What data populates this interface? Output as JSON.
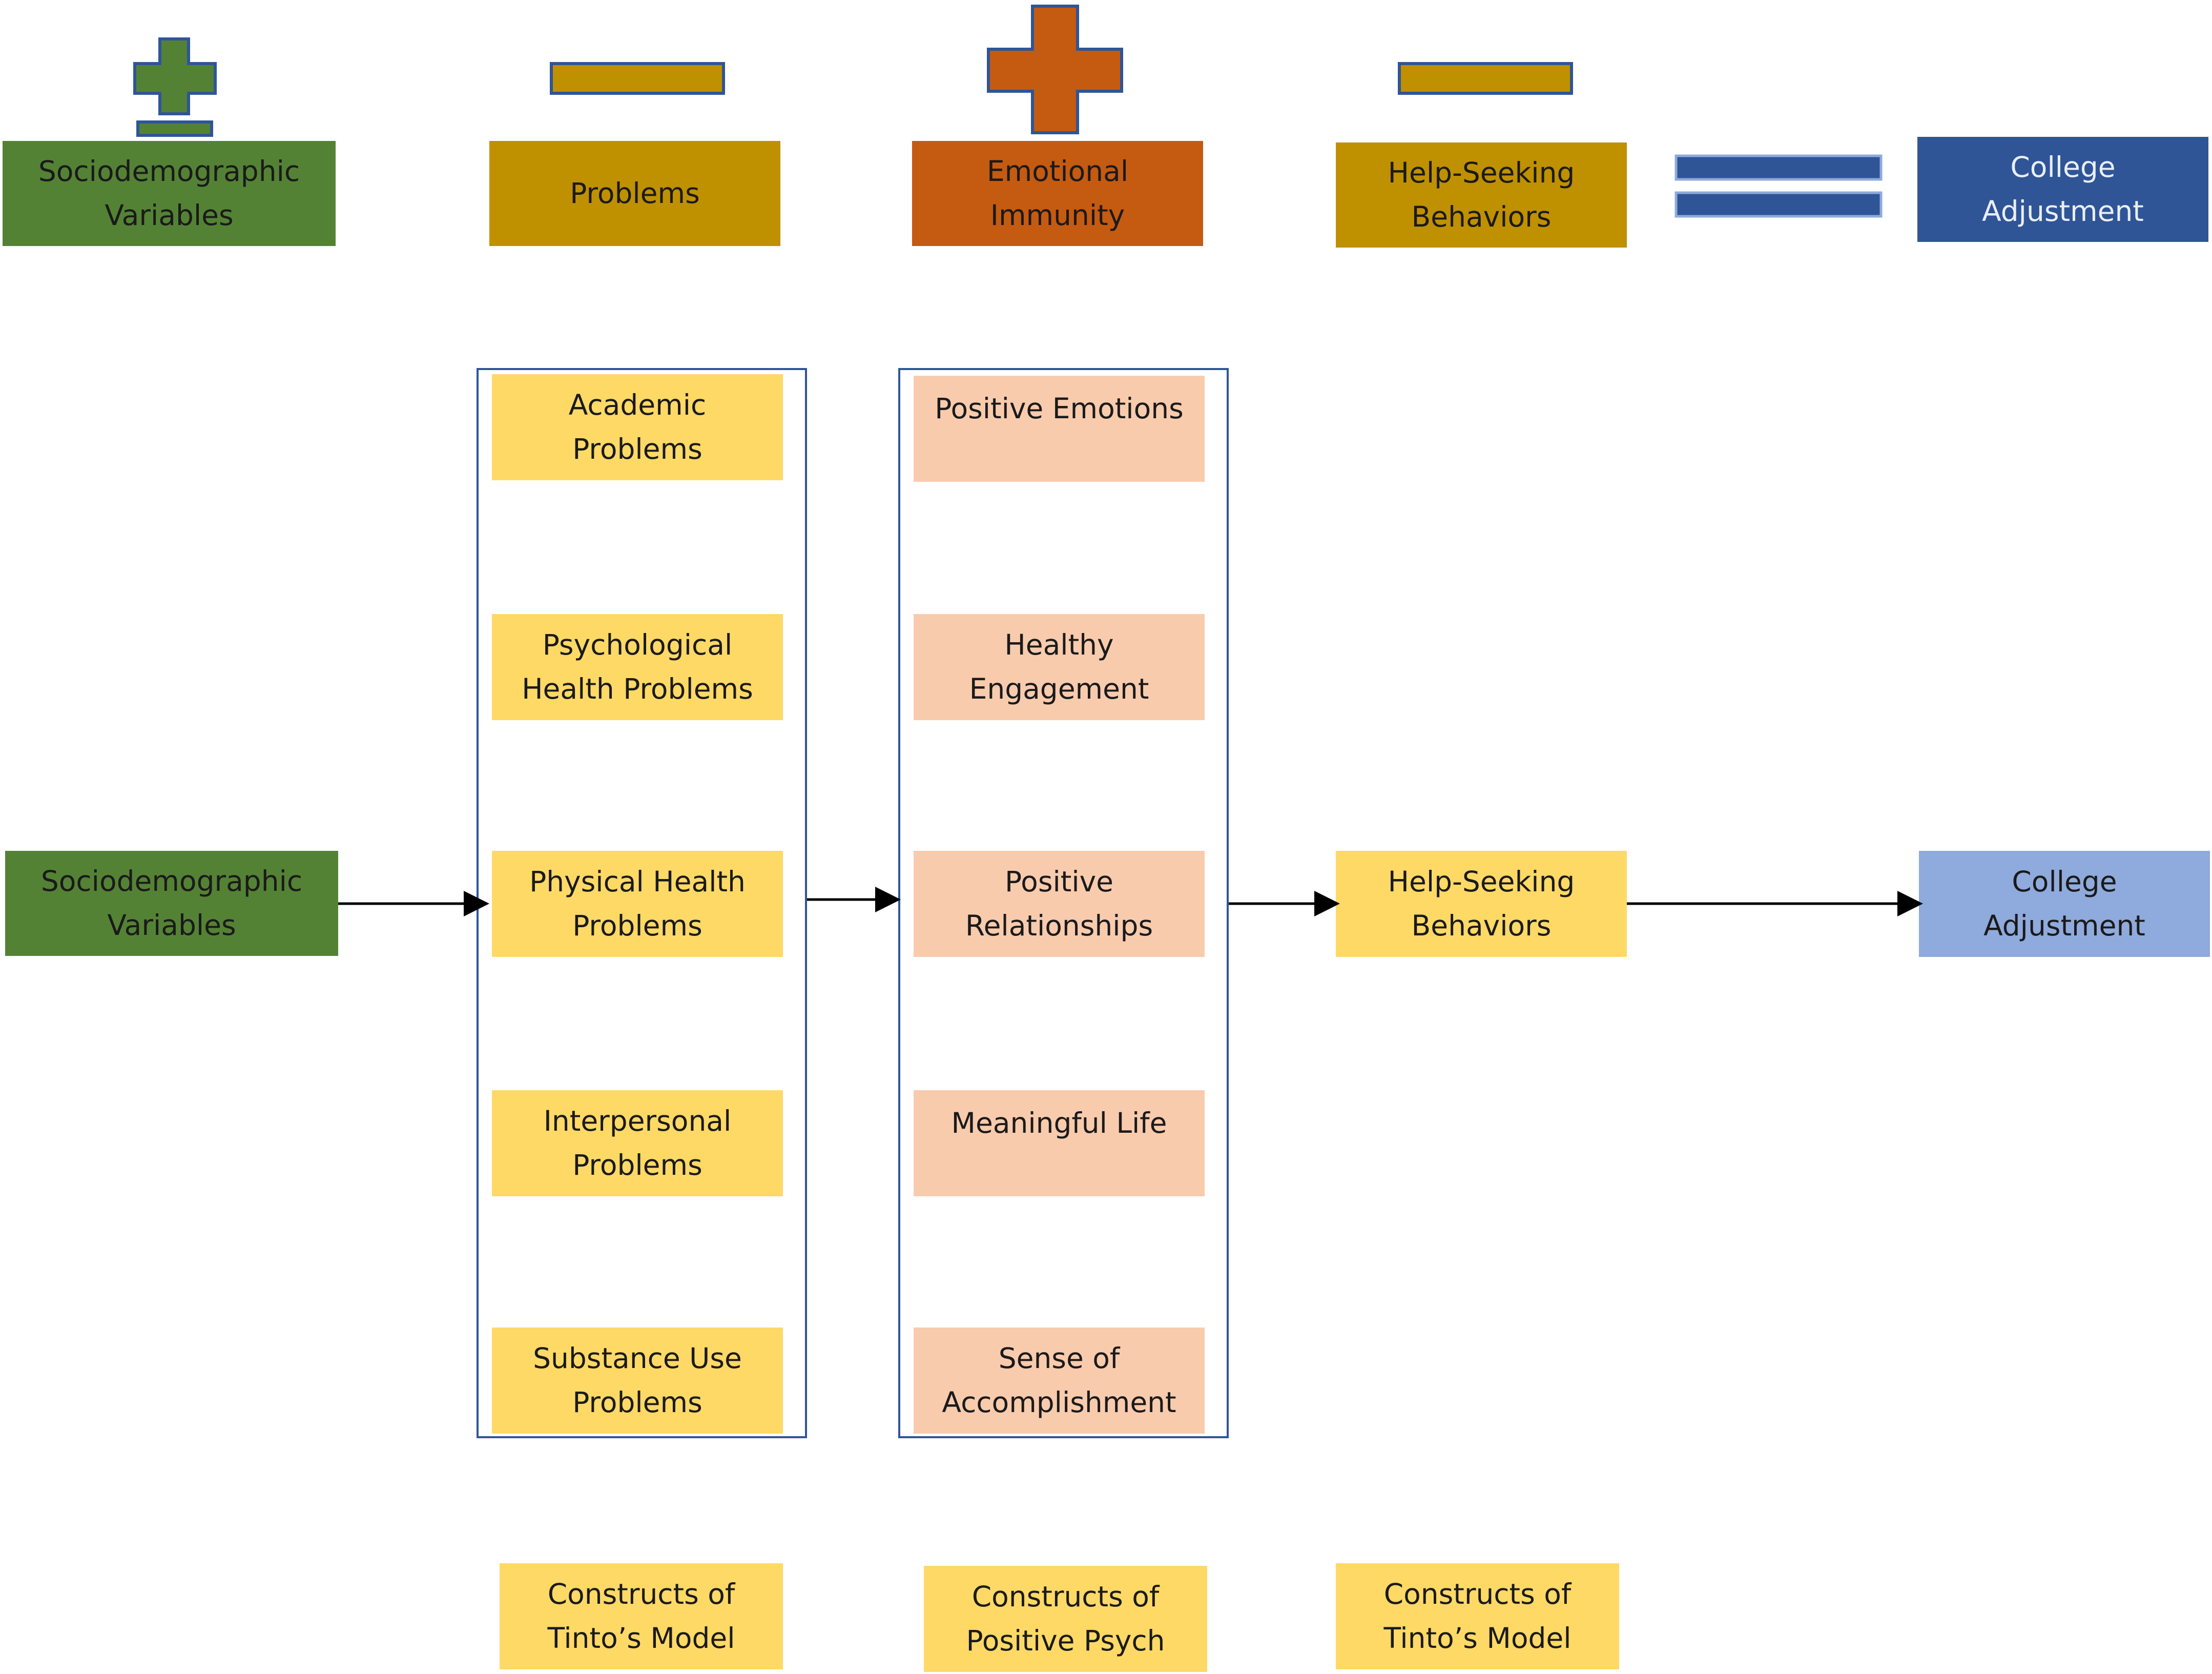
{
  "colors": {
    "dark_green": "#548235",
    "gold": "#BF9000",
    "orange": "#C55A11",
    "navy": "#2F5597",
    "yellow": "#FFD966",
    "peach": "#F8CBAD",
    "light_blue": "#8FAADC",
    "group_border": "#2F5597",
    "arrow": "#000000"
  },
  "equation": {
    "operators": [
      "plus-minus-icon",
      "minus-icon",
      "plus-icon",
      "minus-icon",
      "equals-icon"
    ],
    "terms": [
      "Sociodemographic\nVariables",
      "Problems",
      "Emotional\nImmunity",
      "Help-Seeking\nBehaviors",
      "College\nAdjustment"
    ]
  },
  "flow": {
    "sociodemographic": "Sociodemographic\nVariables",
    "problems": [
      "Academic\nProblems",
      "Psychological\nHealth Problems",
      "Physical Health\nProblems",
      "Interpersonal\nProblems",
      "Substance Use\nProblems"
    ],
    "emotional_immunity": [
      "Positive Emotions",
      "Healthy\nEngagement",
      "Positive\nRelationships",
      "Meaningful Life",
      "Sense of\nAccomplishment"
    ],
    "help_seeking": "Help-Seeking\nBehaviors",
    "college_adjustment": "College\nAdjustment"
  },
  "constructs": [
    "Constructs of\nTinto’s Model",
    "Constructs of\nPositive Psych",
    "Constructs of\nTinto’s Model"
  ]
}
